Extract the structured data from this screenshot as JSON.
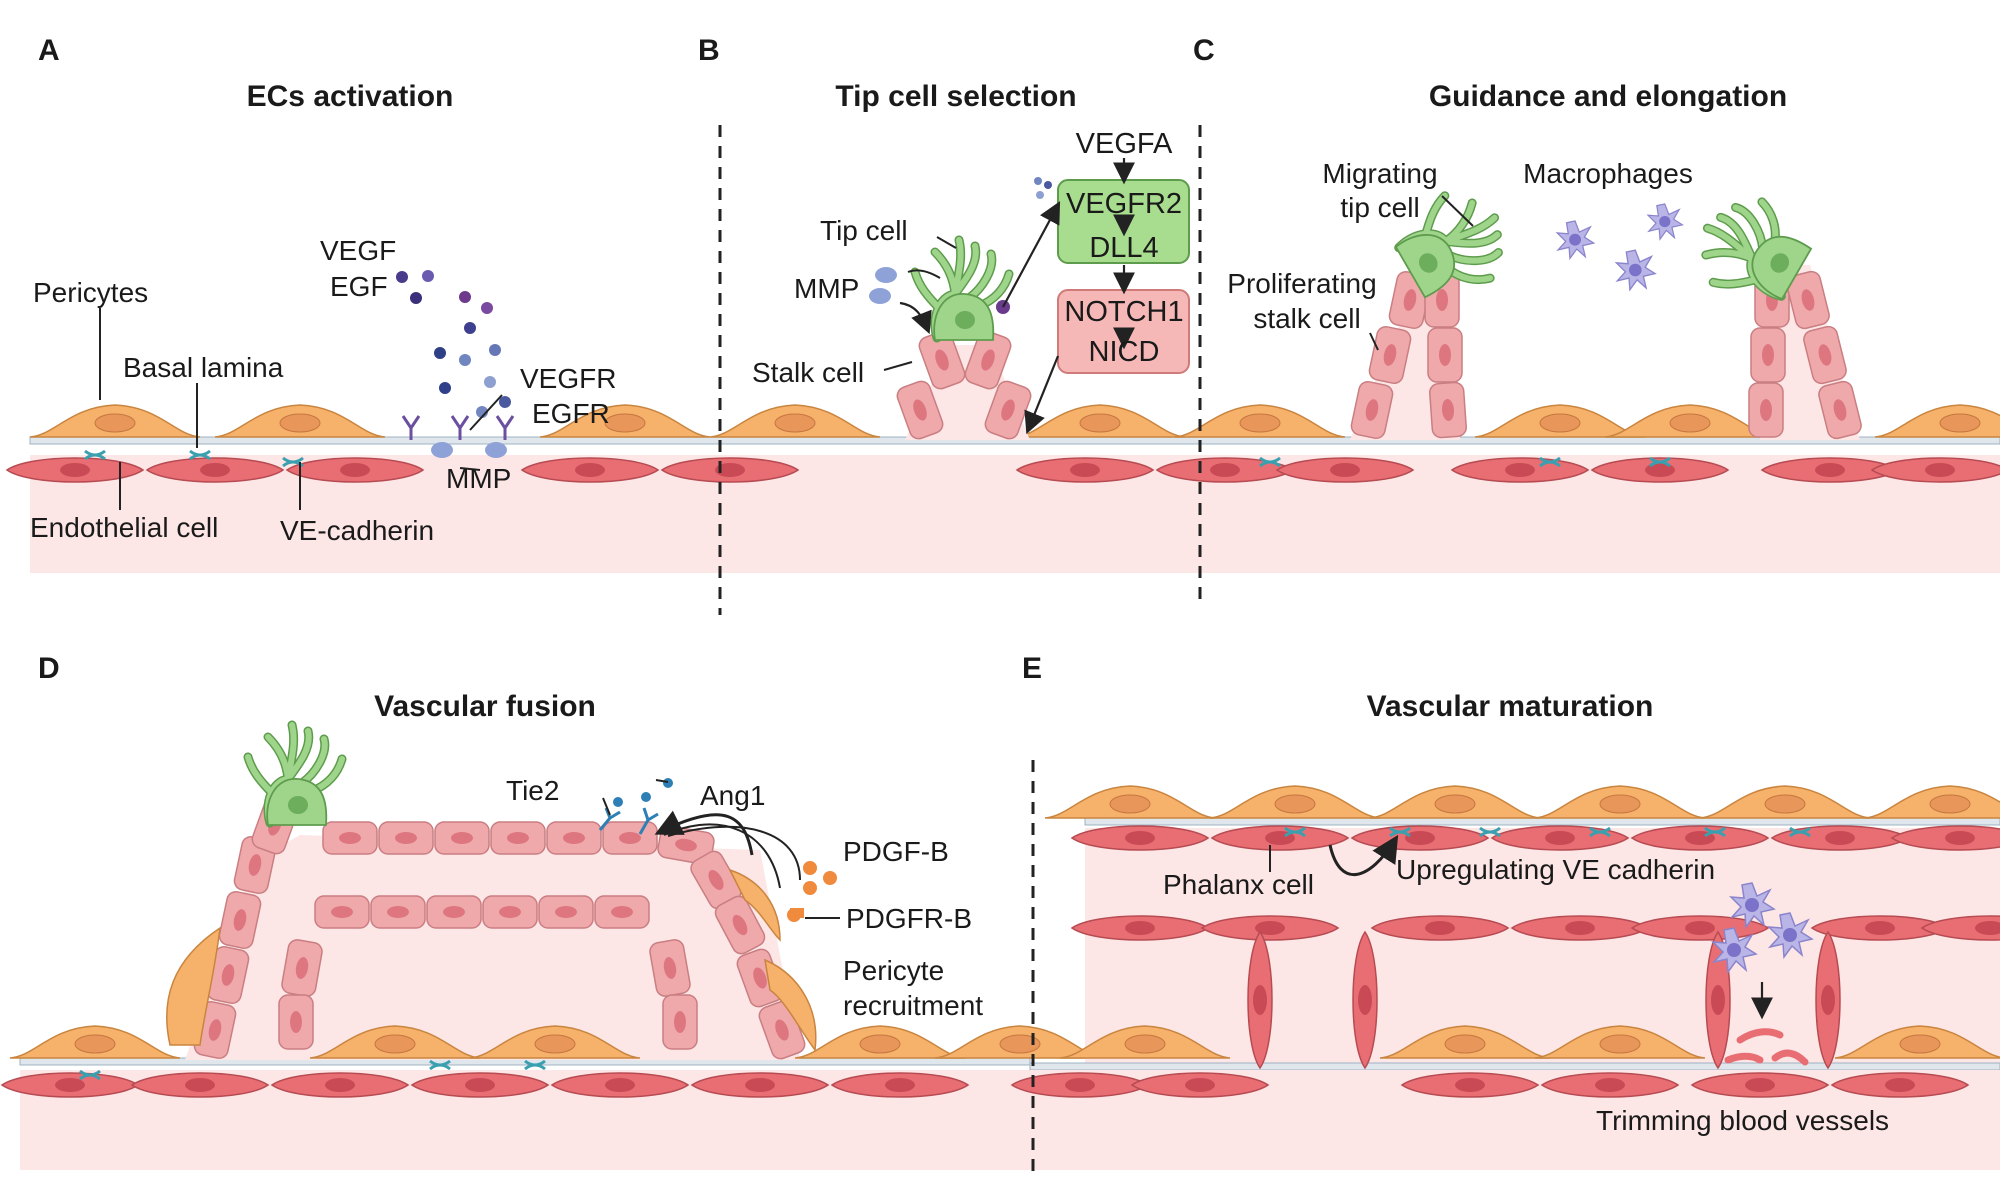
{
  "panels": {
    "A": {
      "letter": "A",
      "title": "ECs activation"
    },
    "B": {
      "letter": "B",
      "title": "Tip cell selection"
    },
    "C": {
      "letter": "C",
      "title": "Guidance and elongation"
    },
    "D": {
      "letter": "D",
      "title": "Vascular fusion"
    },
    "E": {
      "letter": "E",
      "title": "Vascular maturation"
    }
  },
  "labels": {
    "pericytes": "Pericytes",
    "basal_lamina": "Basal lamina",
    "endothelial_cell": "Endothelial cell",
    "ve_cadherin": "VE-cadherin",
    "vegf": "VEGF",
    "egf": "EGF",
    "vegfr": "VEGFR",
    "egfr": "EGFR",
    "mmp_a": "MMP",
    "tip_cell": "Tip cell",
    "mmp_b": "MMP",
    "stalk_cell": "Stalk cell",
    "vegfa": "VEGFA",
    "vegfr2": "VEGFR2",
    "dll4": "DLL4",
    "notch1": "NOTCH1",
    "nicd": "NICD",
    "migrating_1": "Migrating",
    "migrating_2": "tip cell",
    "macrophages": "Macrophages",
    "proliferating_1": "Proliferating",
    "proliferating_2": "stalk cell",
    "tie2": "Tie2",
    "ang1": "Ang1",
    "pdgfb": "PDGF-B",
    "pdgfrb": "PDGFR-B",
    "pericyte_rec_1": "Pericyte",
    "pericyte_rec_2": "recruitment",
    "phalanx_cell": "Phalanx cell",
    "upregulating": "Upregulating VE cadherin",
    "trimming": "Trimming blood vessels"
  },
  "colors": {
    "pericyte": "#f6b26b",
    "endothelial": "#e86e74",
    "stalk": "#efa9ab",
    "tip": "#9fd58a",
    "lumen": "#fde6e6",
    "vegfr2_box": "#a8dc8e",
    "notch_box": "#f5b8b6",
    "macrophage": "#b9b5e6"
  }
}
